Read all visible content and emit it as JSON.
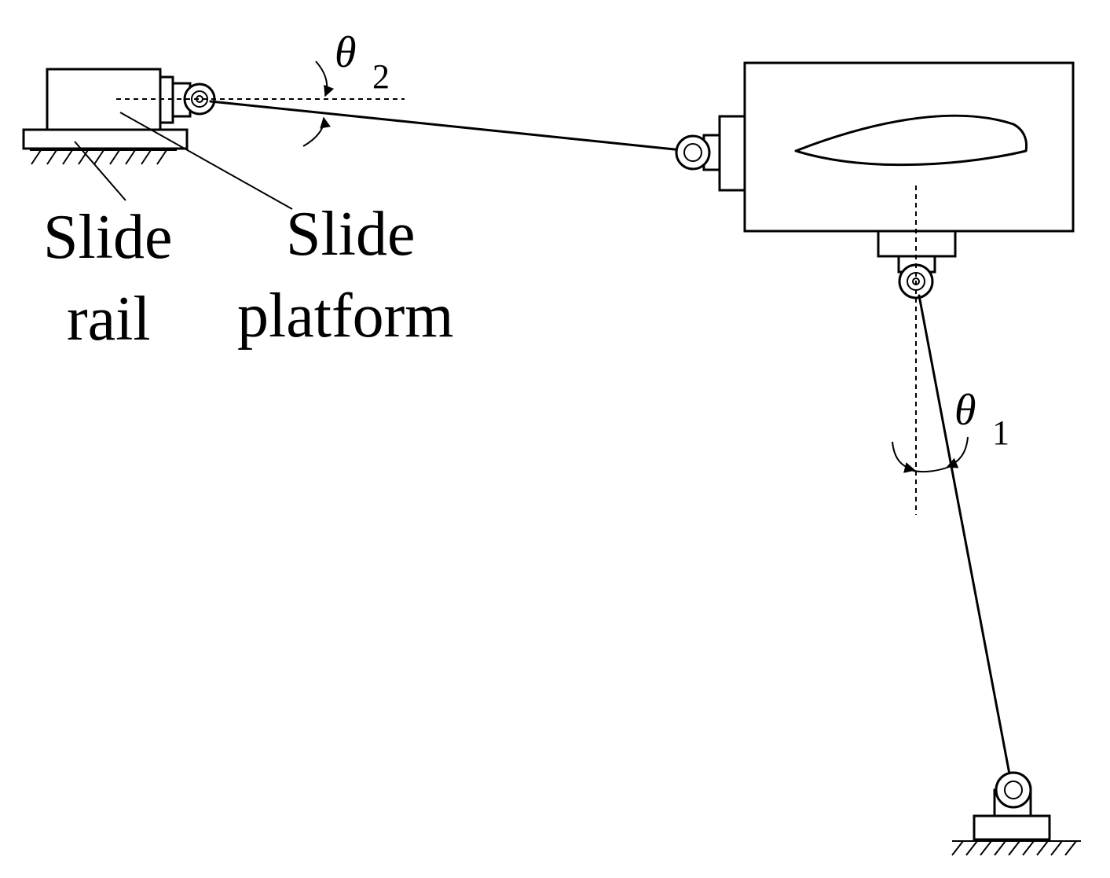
{
  "labels": {
    "slide_rail_line1": "Slide",
    "slide_rail_line2": "rail",
    "slide_platform_line1": "Slide",
    "slide_platform_line2": "platform"
  },
  "angles": {
    "theta2": {
      "symbol": "θ",
      "subscript": "2"
    },
    "theta1": {
      "symbol": "θ",
      "subscript": "1"
    }
  },
  "colors": {
    "line": "#000000",
    "background": "#ffffff"
  }
}
